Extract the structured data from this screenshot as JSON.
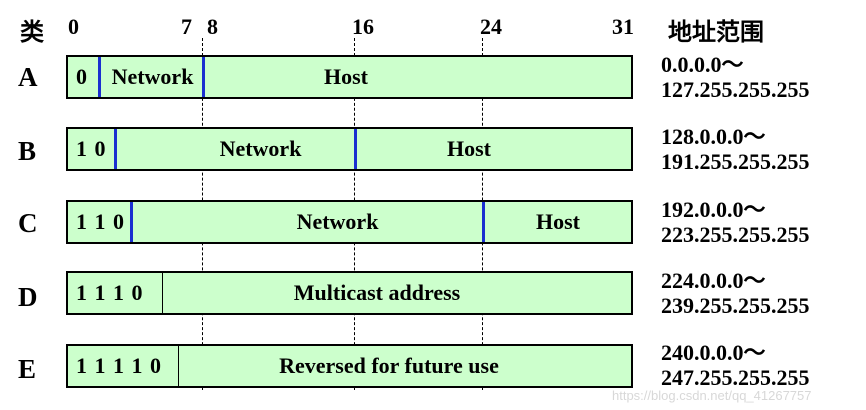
{
  "header": {
    "class_label": "类",
    "bit_0": "0",
    "bit_7": "7",
    "bit_8": "8",
    "bit_16": "16",
    "bit_24": "24",
    "bit_31": "31",
    "range_label": "地址范围"
  },
  "rows": [
    {
      "letter": "A",
      "bits": "0",
      "fields": [
        "Network",
        "Host"
      ],
      "range_start": "0.0.0.0～",
      "range_end": "127.255.255.255"
    },
    {
      "letter": "B",
      "bits": "1 0",
      "fields": [
        "Network",
        "Host"
      ],
      "range_start": "128.0.0.0～",
      "range_end": "191.255.255.255"
    },
    {
      "letter": "C",
      "bits": "1 1 0",
      "fields": [
        "Network",
        "Host"
      ],
      "range_start": "192.0.0.0～",
      "range_end": "223.255.255.255"
    },
    {
      "letter": "D",
      "bits": "1 1 1 0",
      "fields": [
        "Multicast address"
      ],
      "range_start": "224.0.0.0～",
      "range_end": "239.255.255.255"
    },
    {
      "letter": "E",
      "bits": "1 1 1 1 0",
      "fields": [
        "Reversed for future use"
      ],
      "range_start": "240.0.0.0～",
      "range_end": "247.255.255.255"
    }
  ],
  "colors": {
    "bar_fill": "#ccffcc",
    "divider_blue": "#1a2fd0"
  },
  "watermark": "https://blog.csdn.net/qq_41267757"
}
